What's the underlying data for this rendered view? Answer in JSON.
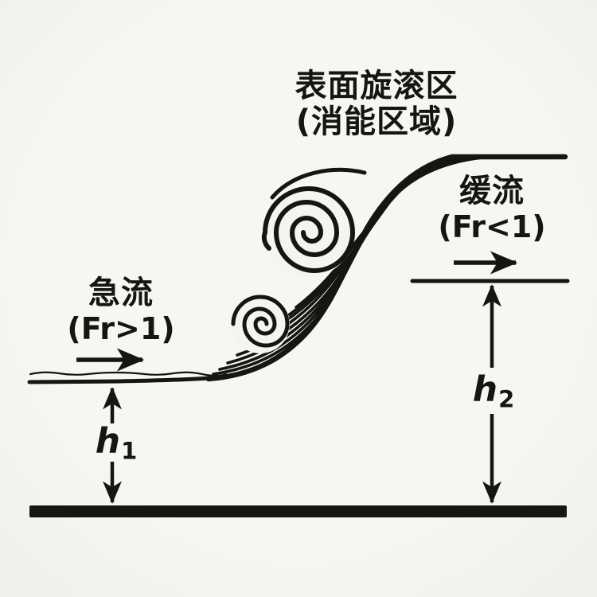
{
  "palette": {
    "background": "#f4f3ee",
    "ink": "#17150f"
  },
  "annotations": {
    "roller_zone": {
      "line1": "表面旋滚区",
      "line2": "(消能区域)"
    },
    "upstream_flow": {
      "line1": "急流",
      "line2": "(Fr>1)"
    },
    "downstream_flow": {
      "line1": "缓流",
      "line2": "(Fr<1)"
    },
    "depth_upstream": {
      "base": "h",
      "sub": "1"
    },
    "depth_downstream": {
      "base": "h",
      "sub": "2"
    }
  },
  "icons": {
    "flow_arrow": "right-arrow",
    "dimension_arrow": "double-headed-vertical-arrow"
  }
}
